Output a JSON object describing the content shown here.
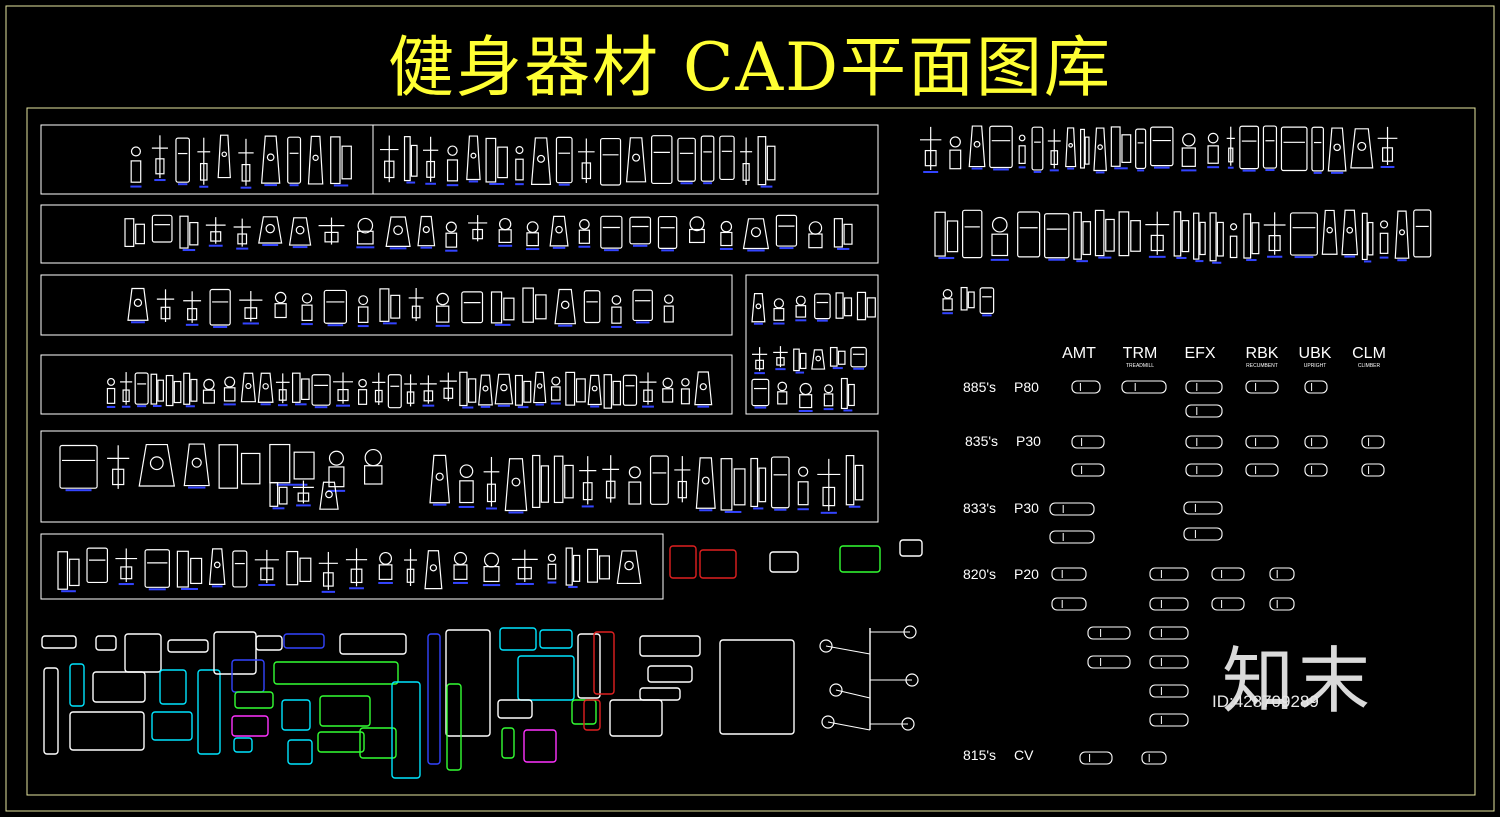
{
  "title": "健身器材 CAD平面图库",
  "equipment_table": {
    "columns": [
      {
        "code": "AMT",
        "sub": ""
      },
      {
        "code": "TRM",
        "sub": "TREADMILL"
      },
      {
        "code": "EFX",
        "sub": ""
      },
      {
        "code": "RBK",
        "sub": "RECUMBENT"
      },
      {
        "code": "UBK",
        "sub": "UPRIGHT"
      },
      {
        "code": "CLM",
        "sub": "CLIMBER"
      }
    ],
    "rows": [
      {
        "series": "885's",
        "model": "P80"
      },
      {
        "series": "835's",
        "model": "P30"
      },
      {
        "series": "833's",
        "model": "P30"
      },
      {
        "series": "820's",
        "model": "P20"
      },
      {
        "series": "815's",
        "model": "CV"
      }
    ]
  },
  "watermark": {
    "logo": "知末",
    "id": "ID:428709289"
  },
  "colors": {
    "background": "#000000",
    "title": "#ffff33",
    "frame": "#e6e6a0",
    "line": "#ffffff",
    "accent_blue": "#3344ff",
    "accent_cyan": "#00e5ff",
    "accent_green": "#33ff33",
    "accent_red": "#e02020",
    "accent_magenta": "#ff33ff"
  }
}
